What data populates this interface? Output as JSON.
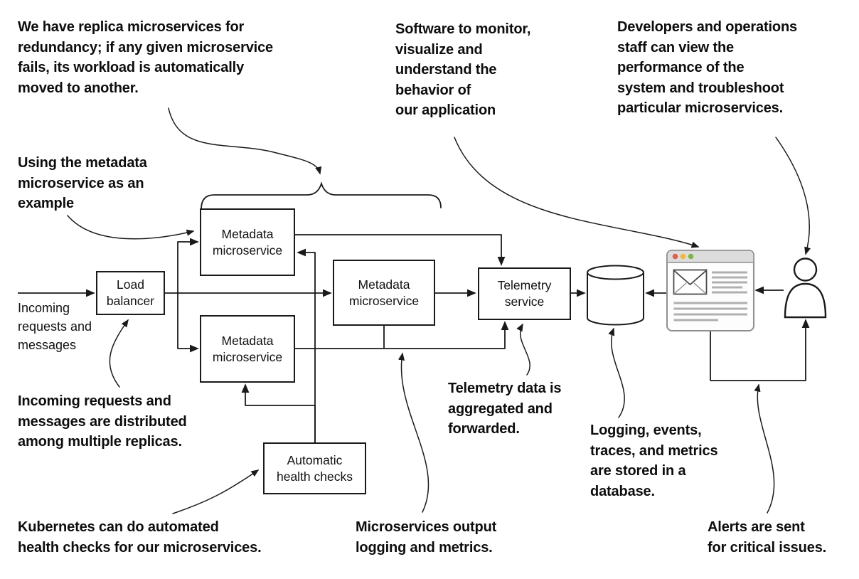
{
  "annotations": {
    "replicas": "We have replica microservices for\nredundancy; if any given microservice\nfails, its workload is automatically\nmoved to another.",
    "monitor_software": "Software to monitor,\nvisualize and\nunderstand the\nbehavior of\nour application",
    "developers": "Developers and operations\nstaff can view the\nperformance of the\nsystem and troubleshoot\nparticular microservices.",
    "using_metadata": "Using the metadata\nmicroservice as an\nexample",
    "distributed": "Incoming requests and\nmessages are distributed\namong multiple replicas.",
    "kubernetes": "Kubernetes can do automated\nhealth checks for our microservices.",
    "output_logging": "Microservices output\nlogging and metrics.",
    "telemetry_aggregated": "Telemetry data is\naggregated and\nforwarded.",
    "logging_stored": "Logging, events,\ntraces, and metrics\nare stored in a\ndatabase.",
    "alerts": "Alerts are sent\nfor critical issues."
  },
  "labels": {
    "incoming": "Incoming\nrequests and\nmessages"
  },
  "nodes": {
    "load_balancer": "Load\nbalancer",
    "metadata_top": "Metadata\nmicroservice",
    "metadata_mid": "Metadata\nmicroservice",
    "metadata_bottom": "Metadata\nmicroservice",
    "telemetry": "Telemetry\nservice",
    "health_checks": "Automatic\nhealth checks"
  },
  "icons": {
    "database": "database-cylinder-icon",
    "monitoring": "monitoring-app-window-icon",
    "person": "person-icon",
    "envelope": "envelope-icon"
  },
  "colors": {
    "line": "#1a1a1a",
    "text": "#0d0d0d",
    "background": "#ffffff",
    "traffic_red": "#e0604a",
    "traffic_yellow": "#efb93e",
    "traffic_green": "#7cb54a",
    "window_chrome": "#dcdcdc",
    "window_border": "#8f8f8f",
    "placeholder_line": "#b0b0b0"
  }
}
